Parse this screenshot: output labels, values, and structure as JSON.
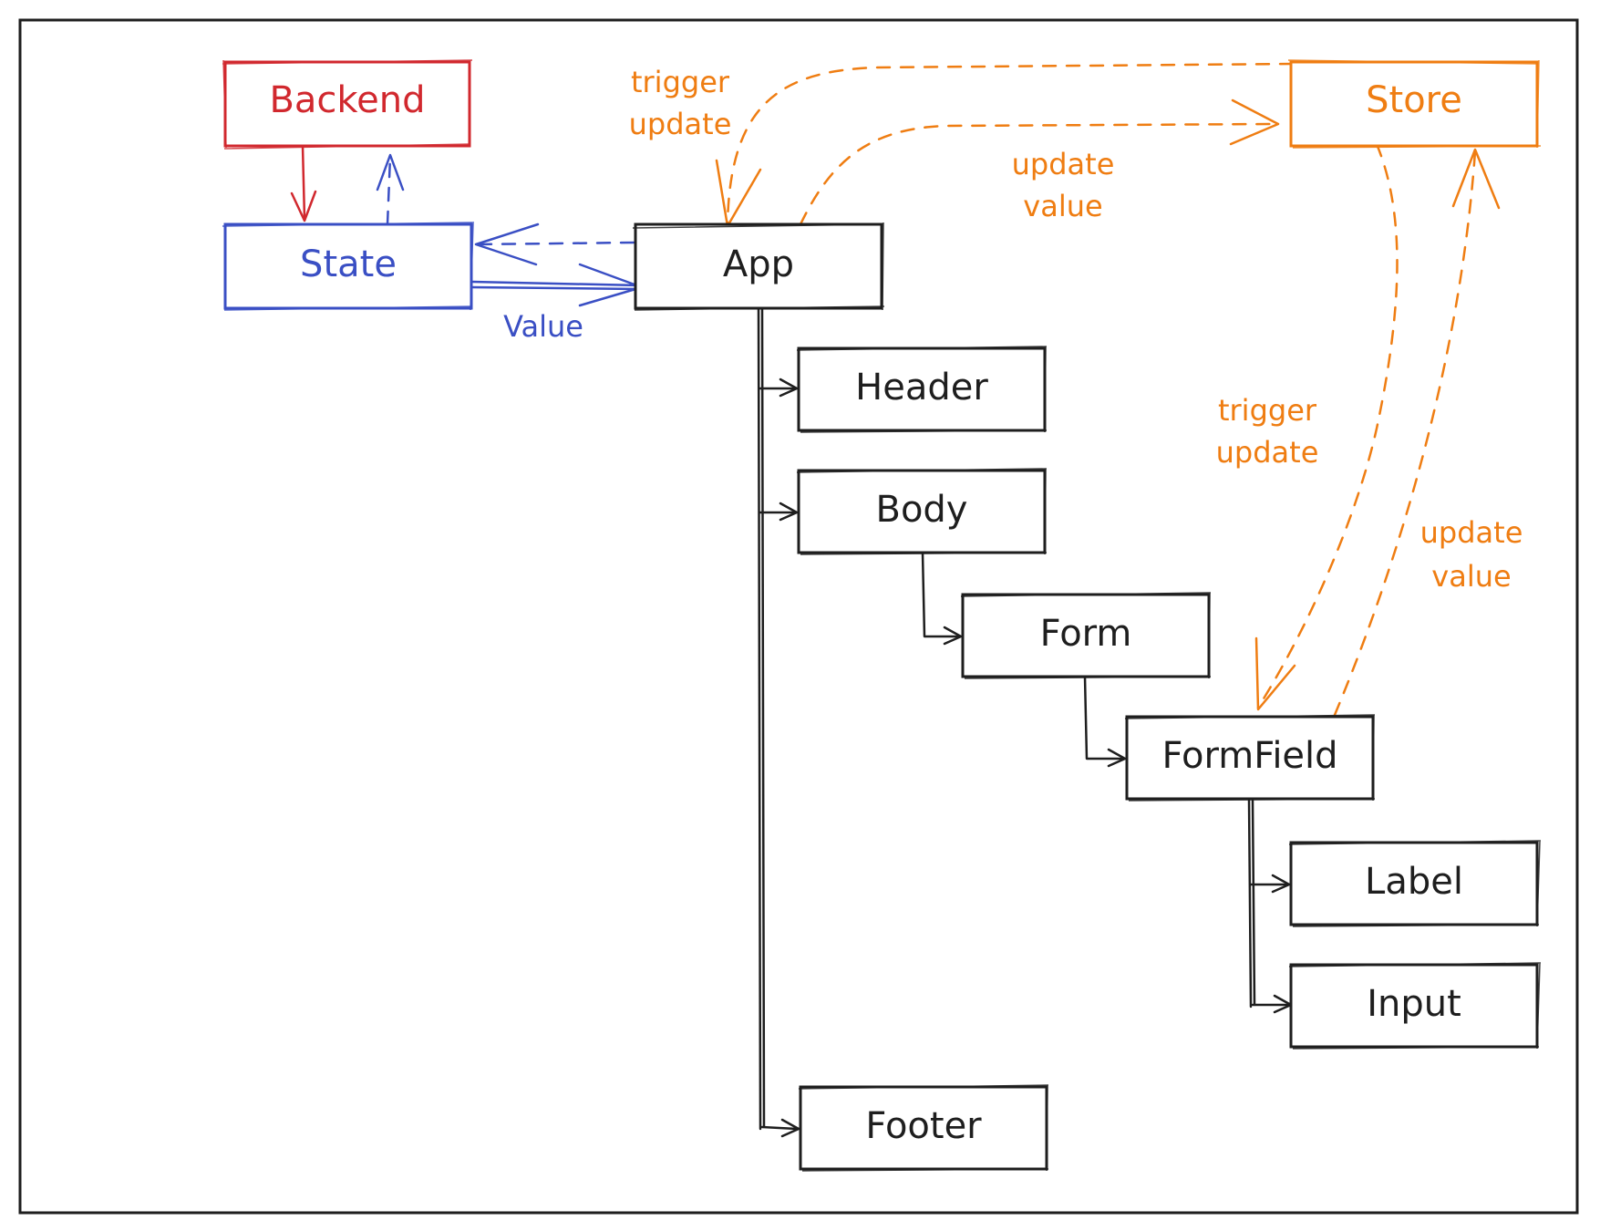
{
  "colors": {
    "black": "#1e1e1e",
    "red": "#d1282e",
    "blue": "#3a4fc4",
    "orange": "#ef7d12"
  },
  "nodes": {
    "backend": {
      "label": "Backend",
      "color": "red"
    },
    "state": {
      "label": "State",
      "color": "blue"
    },
    "app": {
      "label": "App",
      "color": "black"
    },
    "store": {
      "label": "Store",
      "color": "orange"
    },
    "header": {
      "label": "Header",
      "color": "black"
    },
    "body": {
      "label": "Body",
      "color": "black"
    },
    "form": {
      "label": "Form",
      "color": "black"
    },
    "formfield": {
      "label": "FormField",
      "color": "black"
    },
    "label": {
      "label": "Label",
      "color": "black"
    },
    "input": {
      "label": "Input",
      "color": "black"
    },
    "footer": {
      "label": "Footer",
      "color": "black"
    }
  },
  "edge_labels": {
    "app_trigger_line1": "trigger",
    "app_trigger_line2": "update",
    "app_update_line1": "update",
    "app_update_line2": "value",
    "state_value": "Value",
    "field_trigger_line1": "trigger",
    "field_trigger_line2": "update",
    "field_update_line1": "update",
    "field_update_line2": "value"
  },
  "edges": [
    {
      "from": "backend",
      "to": "state",
      "style": "solid",
      "color": "red"
    },
    {
      "from": "state",
      "to": "backend",
      "style": "dashed",
      "color": "blue"
    },
    {
      "from": "app",
      "to": "state",
      "style": "dashed",
      "color": "blue"
    },
    {
      "from": "state",
      "to": "app",
      "style": "solid",
      "color": "blue"
    },
    {
      "from": "app",
      "to": "store",
      "style": "dashed",
      "color": "orange"
    },
    {
      "from": "store",
      "to": "app",
      "style": "dashed",
      "color": "orange"
    },
    {
      "from": "store",
      "to": "formfield",
      "style": "dashed",
      "color": "orange"
    },
    {
      "from": "formfield",
      "to": "store",
      "style": "dashed",
      "color": "orange"
    },
    {
      "from": "app",
      "to": "header",
      "style": "solid",
      "color": "black"
    },
    {
      "from": "app",
      "to": "body",
      "style": "solid",
      "color": "black"
    },
    {
      "from": "app",
      "to": "footer",
      "style": "solid",
      "color": "black"
    },
    {
      "from": "body",
      "to": "form",
      "style": "solid",
      "color": "black"
    },
    {
      "from": "form",
      "to": "formfield",
      "style": "solid",
      "color": "black"
    },
    {
      "from": "formfield",
      "to": "label",
      "style": "solid",
      "color": "black"
    },
    {
      "from": "formfield",
      "to": "input",
      "style": "solid",
      "color": "black"
    }
  ]
}
